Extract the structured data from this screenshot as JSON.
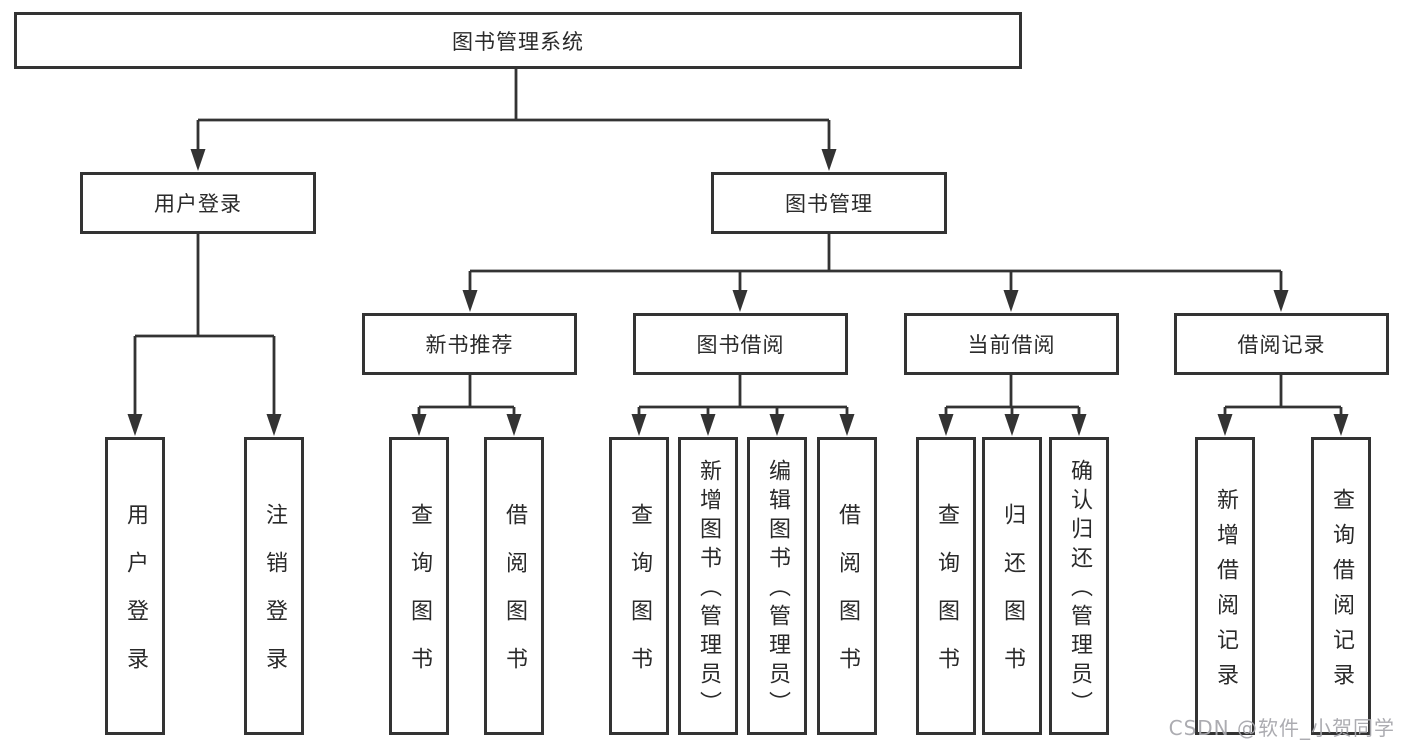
{
  "tree": {
    "root": "图书管理系统",
    "user_login": {
      "label": "用户登录",
      "children": [
        "用户登录",
        "注销登录"
      ]
    },
    "book_management": {
      "label": "图书管理",
      "groups": [
        {
          "label": "新书推荐",
          "children": [
            "查询图书",
            "借阅图书"
          ]
        },
        {
          "label": "图书借阅",
          "children": [
            "查询图书",
            "新增图书（管理员）",
            "编辑图书（管理员）",
            "借阅图书"
          ]
        },
        {
          "label": "当前借阅",
          "children": [
            "查询图书",
            "归还图书",
            "确认归还（管理员）"
          ]
        },
        {
          "label": "借阅记录",
          "children": [
            "新增借阅记录",
            "查询借阅记录"
          ]
        }
      ]
    }
  },
  "watermark": "CSDN @软件_小贺同学",
  "colors": {
    "line": "#333333",
    "text": "#2a2a2a",
    "watermark": "#a8a8ad",
    "background": "#ffffff"
  }
}
